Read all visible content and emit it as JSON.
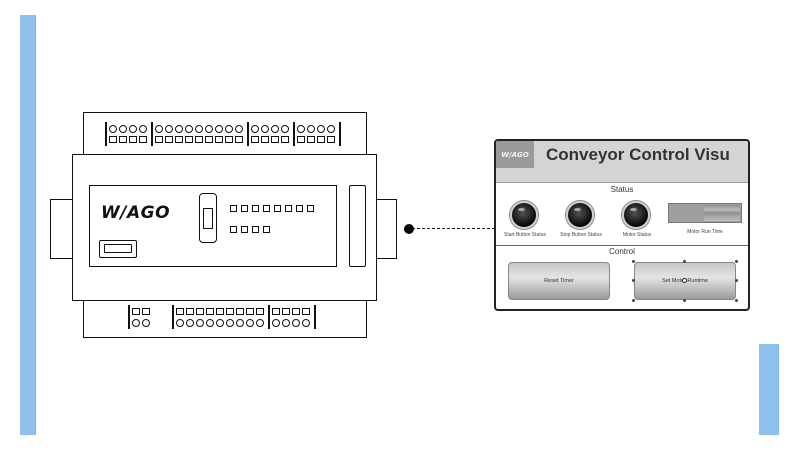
{
  "plc": {
    "brand_logo": "W/AGO",
    "top_terminals": {
      "groups": [
        4,
        9,
        4,
        4
      ]
    },
    "bottom_terminals": {
      "groups": [
        2,
        9,
        4
      ]
    },
    "leds_row1_count": 8,
    "leds_row2_count": 4
  },
  "connector": {
    "style": "dashed",
    "endpoint": "dot"
  },
  "visu": {
    "logo": "W/AGO",
    "title": "Conveyor Control Visu",
    "status_section": {
      "title": "Status",
      "lamps": [
        {
          "label": "Start Button Status",
          "state": "off"
        },
        {
          "label": "Stop Button Status",
          "state": "off"
        },
        {
          "label": "Motor Status",
          "state": "off"
        }
      ],
      "gauge": {
        "label": "Motor Run Time",
        "fill_fraction": 0.5
      }
    },
    "control_section": {
      "title": "Control",
      "buttons": [
        {
          "label": "Reset Timer",
          "selected": false
        },
        {
          "label": "Set Motor Runtime",
          "selected": true
        }
      ]
    }
  },
  "colors": {
    "accent_bar": "#90c0ee",
    "visu_header": "#d4d4d4",
    "visu_logo_bg": "#9a9a9a"
  }
}
